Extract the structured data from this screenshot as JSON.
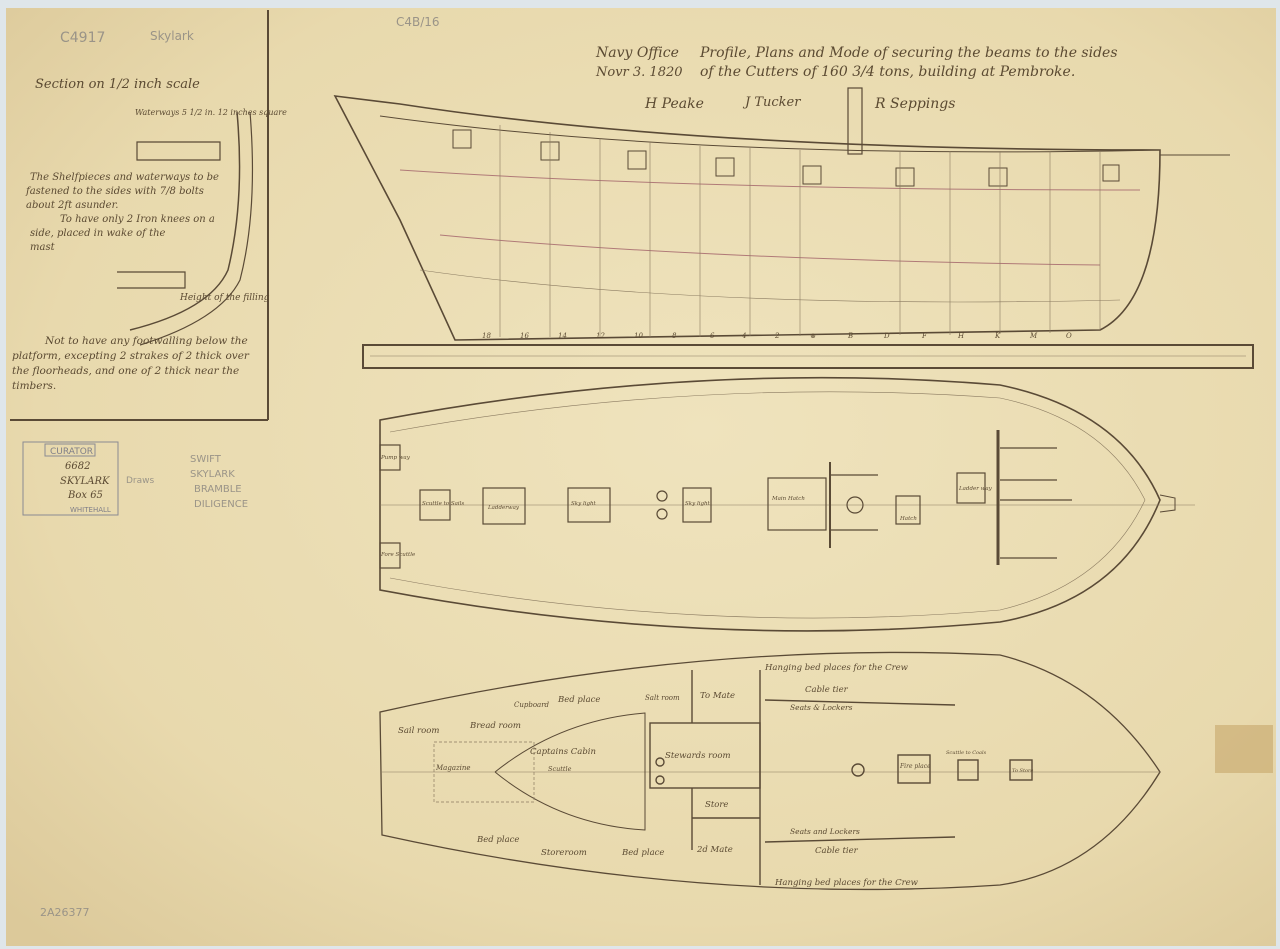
{
  "title": {
    "office_line1": "Navy Office",
    "office_line2": "Novr 3. 1820",
    "line1": "Profile, Plans and Mode of securing the beams to the sides",
    "line2": "of the Cutters of 160 3/4 tons, building at Pembroke."
  },
  "signatures": [
    "H Peake",
    "J Tucker",
    "R Seppings"
  ],
  "pencil_marks": {
    "top_left_1": "C4917",
    "top_left_2": "Skylark",
    "top_center": "C4B/16",
    "catalogue_number": "2A26377",
    "names": [
      "SWIFT",
      "SKYLARK",
      "BRAMBLE",
      "DILIGENCE"
    ],
    "dims": "Draws"
  },
  "section_panel": {
    "heading": "Section on 1/2 inch scale",
    "waterways_note": "Waterways 5 1/2 in. 12 inches square",
    "note1": [
      "The Shelfpieces and waterways to be",
      "fastened to the sides with 7/8 bolts",
      "about 2ft asunder.",
      "To have only 2 Iron knees on a",
      "side, placed in wake of the",
      "mast"
    ],
    "filling_label": "Height of the filling",
    "note2": [
      "Not to have any footwalling below the",
      "platform, excepting 2 strakes of 2 thick over",
      "the floorheads, and one of 2 thick near the",
      "timbers."
    ]
  },
  "stamp": {
    "header": "CURATOR",
    "number": "6682",
    "ship": "SKYLARK",
    "box": "Box 65",
    "footer": "WHITEHALL"
  },
  "profile": {
    "frame_labels": [
      "18",
      "16",
      "14",
      "12",
      "10",
      "8",
      "6",
      "4",
      "2",
      "⊗",
      "B",
      "D",
      "F",
      "H",
      "K",
      "M",
      "O"
    ]
  },
  "upper_deck": {
    "labels": [
      "Pump way",
      "Scuttle to Sails",
      "Ladderway",
      "Sky light",
      "Sky light",
      "Main Hatch",
      "Ladder way",
      "Hatch",
      "Fore Scuttle"
    ]
  },
  "lower_deck": {
    "labels": {
      "sail_room": "Sail room",
      "bread_room": "Bread room",
      "magazine": "Magazine",
      "cupboard": "Cupboard",
      "bed_place_top": "Bed place",
      "salt_room": "Salt room",
      "to_mate": "To Mate",
      "captains_cabin": "Captains Cabin",
      "scuttle": "Scuttle",
      "stewards_room": "Stewards room",
      "store": "Store",
      "bed_place_bottom": "Bed place",
      "storeroom": "Storeroom",
      "bed_place_bottom2": "Bed place",
      "second_mate": "2d Mate",
      "cable_tier_top": "Cable tier",
      "seats_lockers_top": "Seats & Lockers",
      "cable_tier_bottom": "Cable tier",
      "seats_lockers_bottom": "Seats and Lockers",
      "hanging_top": "Hanging bed places for the Crew",
      "hanging_bottom": "Hanging bed places for the Crew",
      "fire_place": "Fire place",
      "scuttle_coals": "Scuttle to Coals",
      "to_store": "To Store"
    }
  }
}
